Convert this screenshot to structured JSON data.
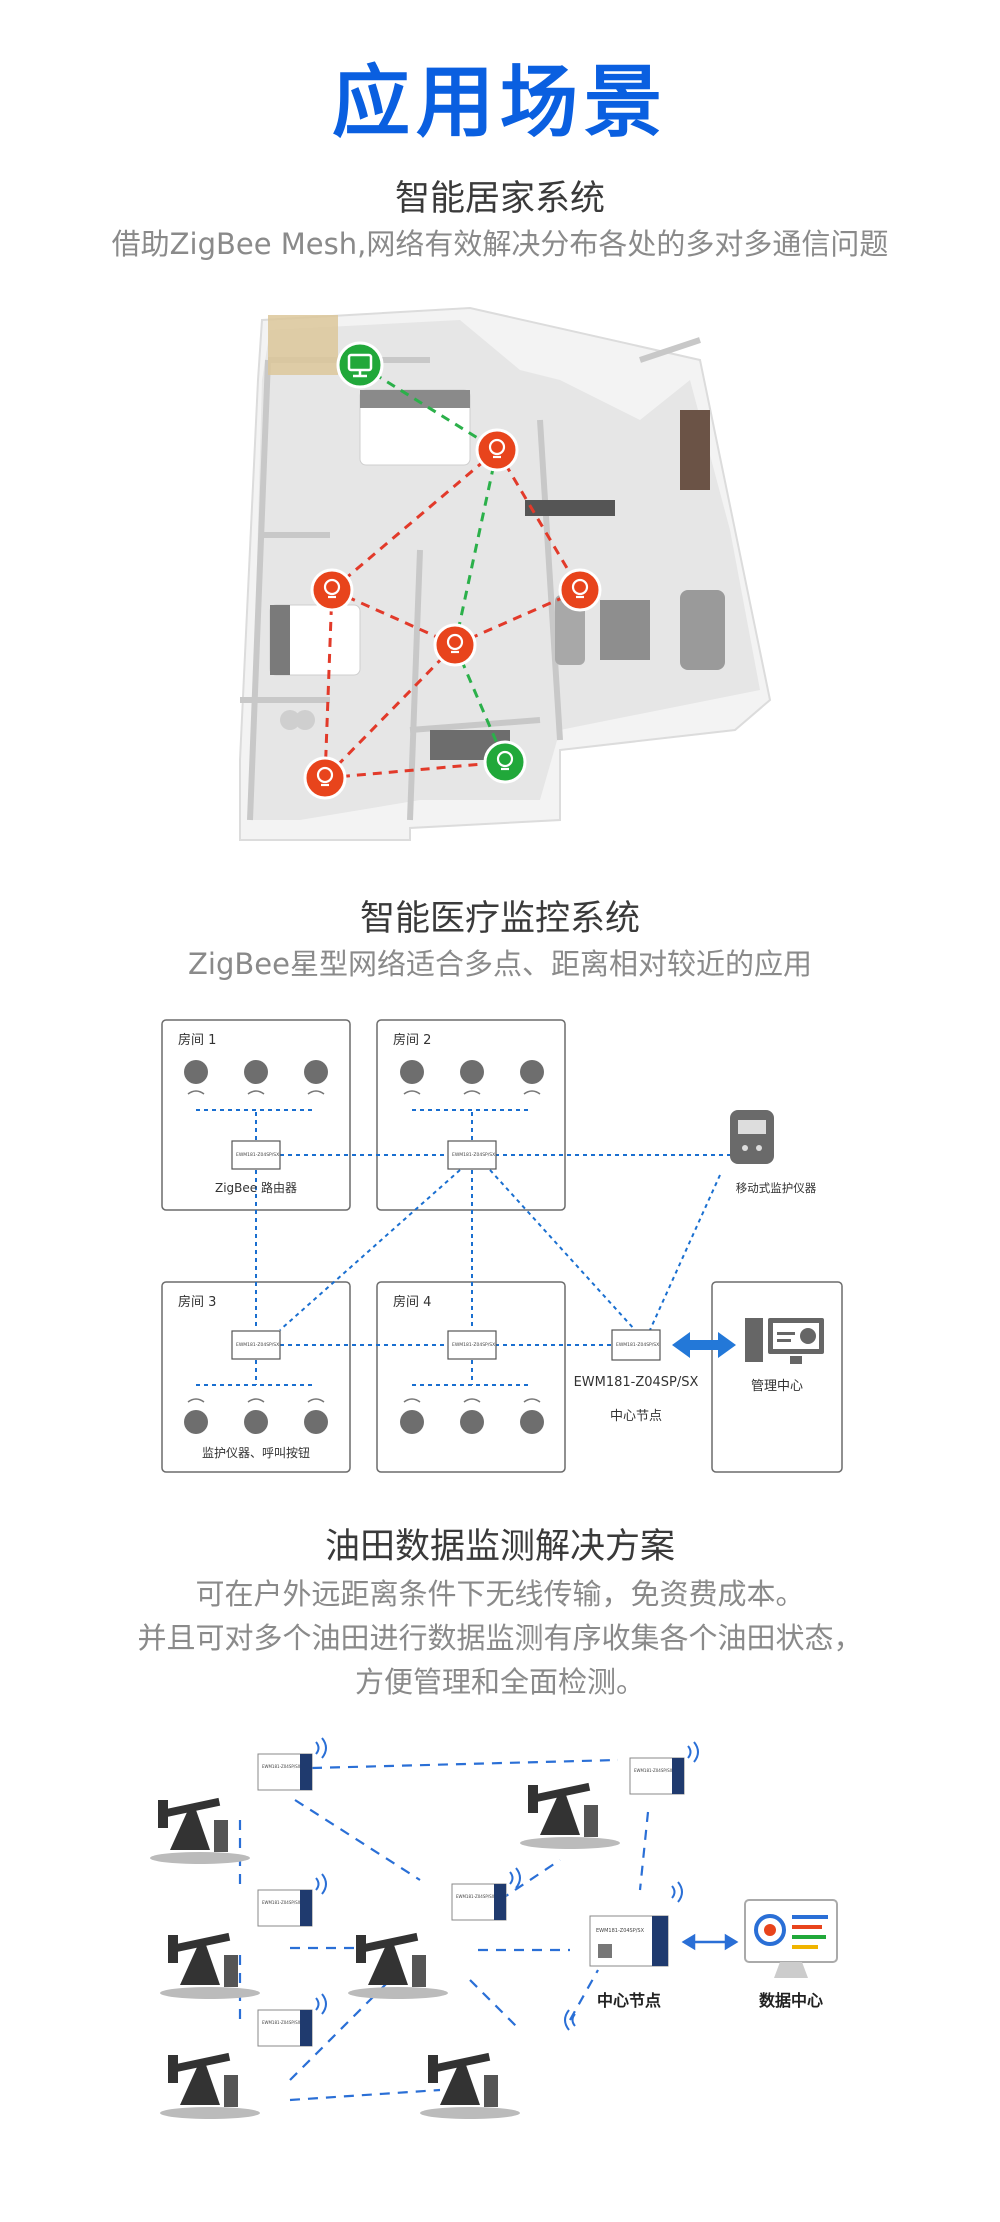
{
  "page": {
    "title": "应用场景",
    "accent_color": "#0a5fe0"
  },
  "smart_home": {
    "title": "智能居家系统",
    "subtitle": "借助ZigBee Mesh,网络有效解决分布各处的多对多通信问题",
    "node_icons": [
      "monitor-icon",
      "bulb-icon"
    ],
    "colors": {
      "node_red": "#e8441c",
      "node_green": "#21a83a",
      "link_red": "#e23a2a",
      "link_green": "#2bb04a"
    }
  },
  "medical": {
    "title": "智能医疗监控系统",
    "subtitle": "ZigBee星型网络适合多点、距离相对较近的应用",
    "rooms": [
      "房间 1",
      "房间 2",
      "房间 3",
      "房间 4"
    ],
    "router_label": "ZigBee 路由器",
    "device_label": "监护仪器、呼叫按钮",
    "mobile_label": "移动式监护仪器",
    "center_model": "EWM181-Z04SP/SX",
    "center_label": "中心节点",
    "management_label": "管理中心",
    "module_text": "EWM181-Z04SP/SX",
    "colors": {
      "link": "#1a6fd0",
      "arrow": "#2378d8"
    }
  },
  "oilfield": {
    "title": "油田数据监测解决方案",
    "subtitle_lines": [
      "可在户外远距离条件下无线传输，免资费成本。",
      "并且可对多个油田进行数据监测有序收集各个油田状态，",
      "方便管理和全面检测。"
    ],
    "center_label": "中心节点",
    "data_center_label": "数据中心",
    "module_text": "EWM181-Z04SP/SX",
    "colors": {
      "link": "#2a6fd6",
      "module_blue": "#1f3a6e"
    }
  }
}
